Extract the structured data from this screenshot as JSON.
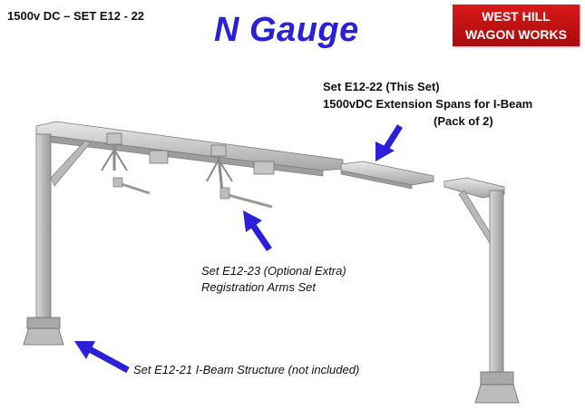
{
  "header": {
    "set_code": "1500v DC – SET E12 - 22",
    "title": "N Gauge"
  },
  "logo": {
    "line1": "WEST HILL",
    "line2": "WAGON WORKS"
  },
  "labels": {
    "this_set_line1": "Set E12-22 (This Set)",
    "this_set_line2": "1500vDC Extension Spans for I-Beam",
    "this_set_line3": "(Pack of 2)",
    "optional_line1": "Set E12-23 (Optional Extra)",
    "optional_line2": "Registration Arms Set",
    "structure": "Set E12-21 I-Beam Structure (not included)"
  },
  "colors": {
    "title": "#2a20d8",
    "arrow": "#2a20d8",
    "logo_bg": "#c41414",
    "model_light": "#d6d6d6",
    "model_dark": "#8c8c8c"
  }
}
